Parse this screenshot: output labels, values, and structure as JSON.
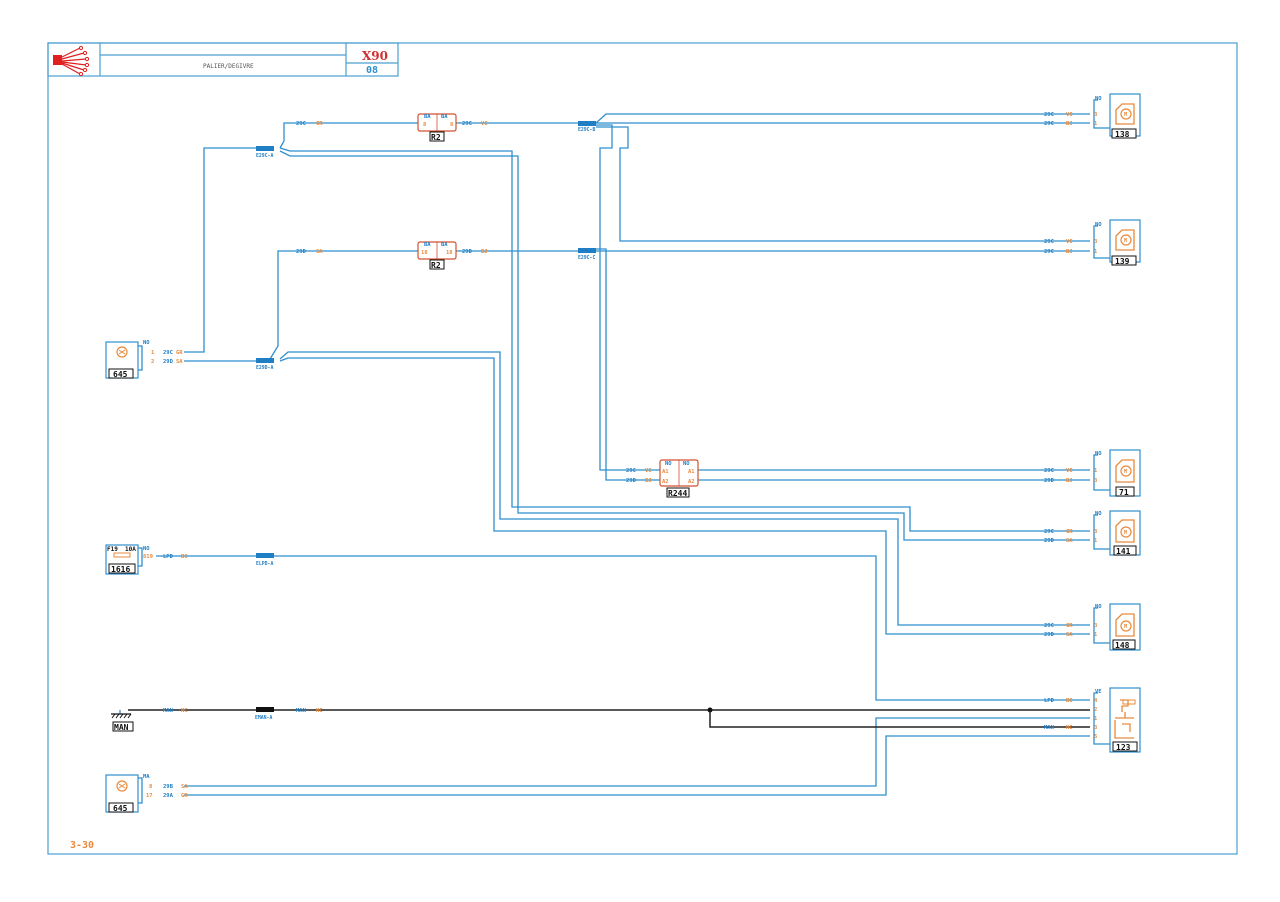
{
  "title_block": {
    "name": "PALIER/DEGIVRE",
    "code": "X90",
    "revision": "08",
    "page": "3-30"
  },
  "colors": {
    "frame": "#4a9fd0",
    "wire": "#2f8fcf",
    "ground_wire": "#222222",
    "blue_text": "#1f7ec4",
    "orange_text": "#e88a3c",
    "code_red": "#d03030"
  },
  "components": {
    "c645_top": {
      "id": "645",
      "pin_header": "NO",
      "pins": [
        "1",
        "2"
      ]
    },
    "c645_bottom": {
      "id": "645",
      "pin_header": "MA",
      "pins": [
        "8",
        "17"
      ]
    },
    "c1616": {
      "id": "1616",
      "fuse": "F19",
      "rating": "10A",
      "pin_header": "NO",
      "pins": [
        "819"
      ]
    },
    "man": {
      "id": "MAN"
    },
    "r2_top": {
      "id": "R2",
      "pin_header_left": "BA",
      "pin_header_right": "BA",
      "pin_left": "8",
      "pin_right": "8"
    },
    "r2_bottom": {
      "id": "R2",
      "pin_header_left": "BA",
      "pin_header_right": "BA",
      "pin_left": "18",
      "pin_right": "18"
    },
    "r244": {
      "id": "R244",
      "pin_header_left": "NO",
      "pin_header_right": "NO",
      "pins_left": [
        "A1",
        "A2"
      ],
      "pins_right": [
        "A1",
        "A2"
      ]
    },
    "c138": {
      "id": "138",
      "pin_header": "NO",
      "pins": [
        "3",
        "1"
      ]
    },
    "c139": {
      "id": "139",
      "pin_header": "NO",
      "pins": [
        "3",
        "1"
      ]
    },
    "c71": {
      "id": "71",
      "pin_header": "NO",
      "pins": [
        "1",
        "3"
      ]
    },
    "c141": {
      "id": "141",
      "pin_header": "NO",
      "pins": [
        "3",
        "1"
      ]
    },
    "c148": {
      "id": "148",
      "pin_header": "NO",
      "pins": [
        "3",
        "1"
      ]
    },
    "c123": {
      "id": "123",
      "pin_header": "VE",
      "pins": [
        "4",
        "2",
        "1",
        "3",
        "5"
      ]
    }
  },
  "splices": {
    "e29c_a": "E29C-A",
    "e29c_b": "E29C-B",
    "e29c_c": "E29C-C",
    "e29d_a": "E29D-A",
    "elpd_a": "ELPD-A",
    "eman_a": "EMAN-A"
  },
  "wire_labels": {
    "w29c": "29C",
    "w29d": "29D",
    "w29a": "29A",
    "w29b": "29B",
    "lpd": "LPD",
    "man": "MAN",
    "gr": "GR",
    "sa": "SA",
    "vc": "VC",
    "bj": "BJ",
    "bc": "BC",
    "nc": "NC"
  }
}
